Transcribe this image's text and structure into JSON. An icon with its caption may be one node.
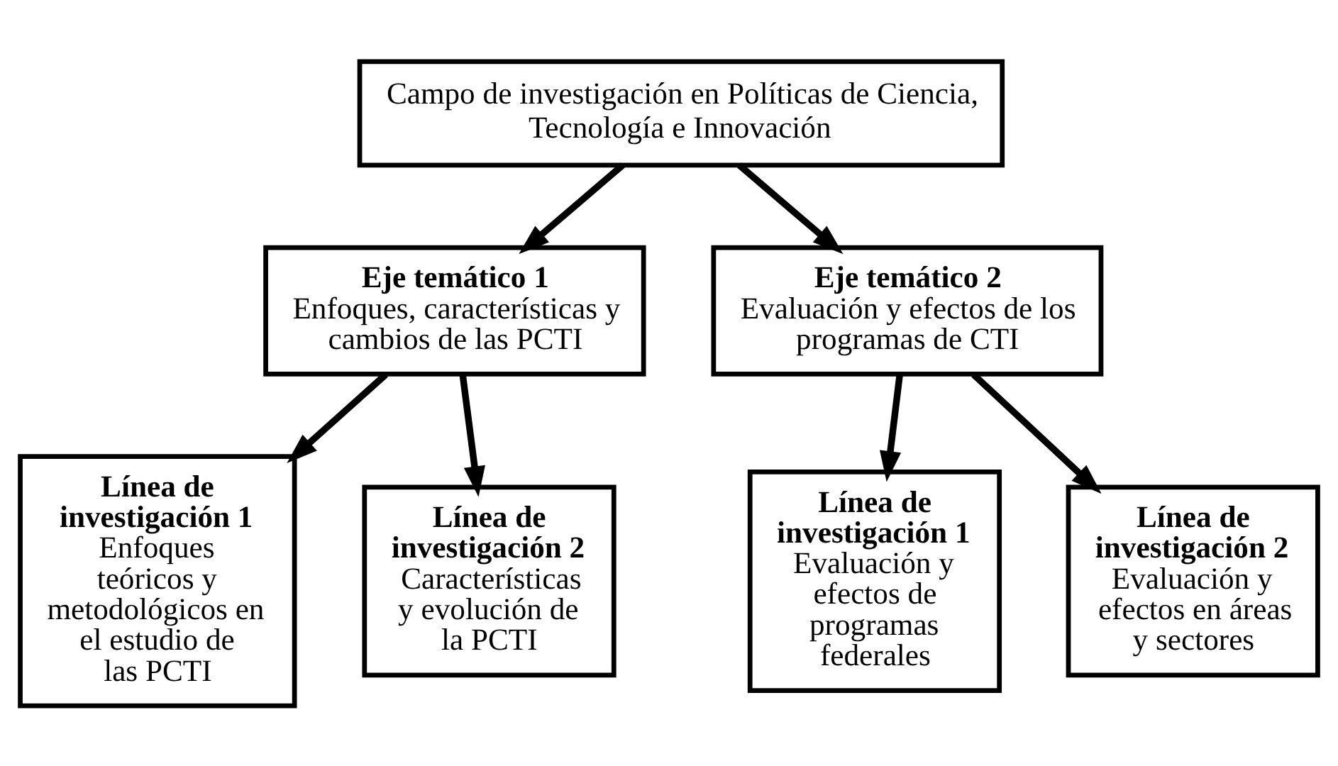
{
  "diagram": {
    "nodes": [
      {
        "text": [
          "Campo de investigación en Políticas de Ciencia, Tecnología e Innovación"
        ]
      },
      {
        "text": [
          "Eje temático 1",
          "Enfoques, características y cambios de las PCTI"
        ]
      },
      {
        "text": [
          "Eje temático 2",
          "Evaluación y efectos de los programas de CTI"
        ]
      },
      {
        "text": [
          "Línea de investigación 1",
          "Enfoques teóricos y metodológicos en el estudio de las PCTI"
        ]
      },
      {
        "text": [
          "Línea de investigación 2",
          "Características y evolución de la PCTI"
        ]
      },
      {
        "text": [
          "Línea de investigación 1",
          "Evaluación y efectos de programas federales"
        ]
      },
      {
        "text": [
          "Línea de investigación 2",
          "Evaluación y efectos en áreas y sectores"
        ]
      }
    ],
    "edges": [
      {
        "from": 0,
        "to": 1,
        "arrow": "to"
      },
      {
        "from": 0,
        "to": 2,
        "arrow": "to"
      },
      {
        "from": 1,
        "to": 3,
        "arrow": "to"
      },
      {
        "from": 1,
        "to": 4,
        "arrow": "to"
      },
      {
        "from": 2,
        "to": 5,
        "arrow": "to"
      },
      {
        "from": 2,
        "to": 6,
        "arrow": "to"
      }
    ]
  }
}
